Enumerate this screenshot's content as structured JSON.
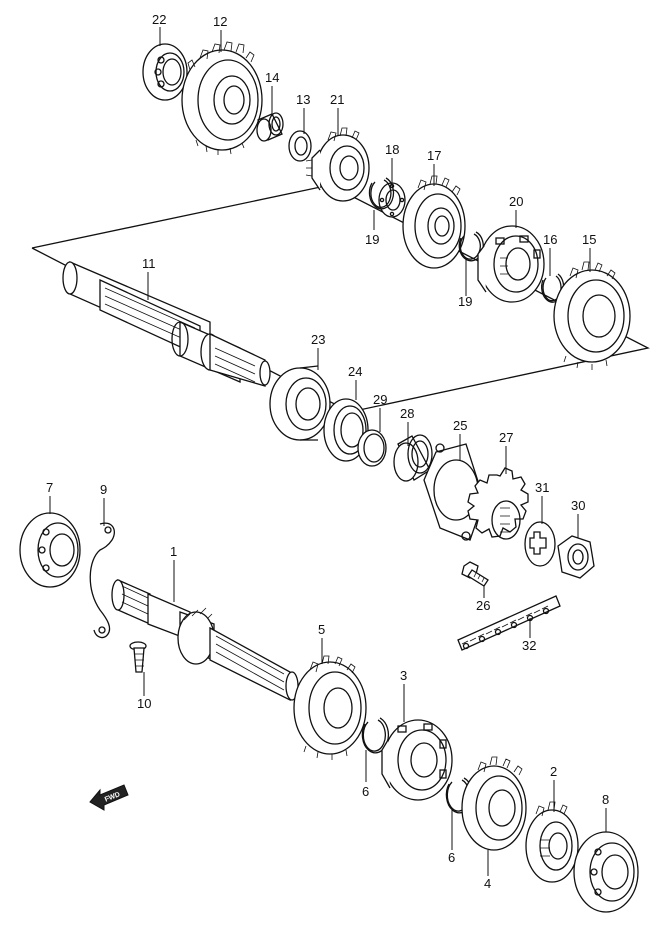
{
  "labels": {
    "p1": "1",
    "p2": "2",
    "p3": "3",
    "p4": "4",
    "p5": "5",
    "p6a": "6",
    "p6b": "6",
    "p7": "7",
    "p8": "8",
    "p9": "9",
    "p10": "10",
    "p11": "11",
    "p12": "12",
    "p13": "13",
    "p14": "14",
    "p15": "15",
    "p16": "16",
    "p17": "17",
    "p18": "18",
    "p19a": "19",
    "p19b": "19",
    "p20": "20",
    "p21": "21",
    "p22": "22",
    "p23": "23",
    "p24": "24",
    "p25": "25",
    "p26": "26",
    "p27": "27",
    "p28": "28",
    "p29": "29",
    "p30": "30",
    "p31": "31",
    "p32": "32"
  },
  "fwd_label": "FWD"
}
